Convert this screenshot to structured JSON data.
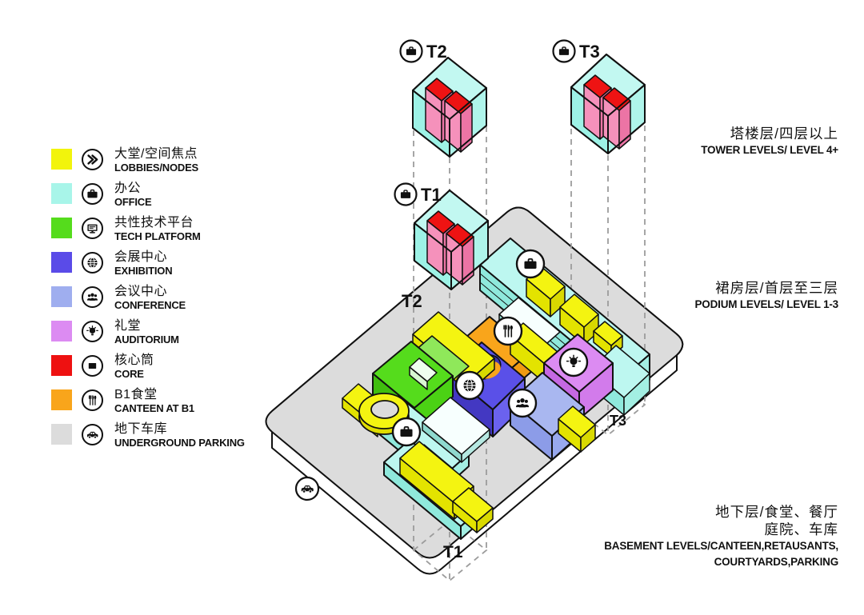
{
  "legend": {
    "items": [
      {
        "color": "#F2F40C",
        "icon": "double-chevron-icon",
        "cn": "大堂/空间焦点",
        "en": "LOBBIES/NODES"
      },
      {
        "color": "#A8F5E9",
        "icon": "briefcase-icon",
        "cn": "办公",
        "en": "OFFICE"
      },
      {
        "color": "#55DC1C",
        "icon": "monitor-icon",
        "cn": "共性技术平台",
        "en": "TECH PLATFORM"
      },
      {
        "color": "#5A4BE8",
        "icon": "globe-icon",
        "cn": "会展中心",
        "en": "EXHIBITION"
      },
      {
        "color": "#9FAEEF",
        "icon": "people-icon",
        "cn": "会议中心",
        "en": "CONFERENCE"
      },
      {
        "color": "#DC8BF2",
        "icon": "lightbulb-icon",
        "cn": "礼堂",
        "en": "AUDITORIUM"
      },
      {
        "color": "#EE1111",
        "icon": "square-icon",
        "cn": "核心筒",
        "en": "CORE"
      },
      {
        "color": "#F9A51B",
        "icon": "utensils-icon",
        "cn": "B1食堂",
        "en": "CANTEEN AT B1"
      },
      {
        "color": "#DCDCDC",
        "icon": "car-icon",
        "cn": "地下车库",
        "en": "UNDERGROUND PARKING"
      }
    ]
  },
  "annotations": {
    "tower": {
      "cn": "塔楼层/四层以上",
      "en": "TOWER LEVELS/ LEVEL 4+"
    },
    "podium": {
      "cn": "裙房层/首层至三层",
      "en": "PODIUM LEVELS/ LEVEL 1-3"
    },
    "basement": {
      "cn_line1": "地下层/食堂、餐厅",
      "cn_line2": "庭院、车库",
      "en_line1": "BASEMENT LEVELS/CANTEEN,RETAUSANTS,",
      "en_line2": "COURTYARDS,PARKING"
    }
  },
  "towers": {
    "t1": "T1",
    "t2": "T2",
    "t3": "T3"
  },
  "footprints": {
    "t1": "T1",
    "t2": "T2",
    "t3": "T3"
  },
  "colors": {
    "podium_top": "#DCDCDC",
    "podium_side": "#FFFFFF",
    "tower_glass": "#AFF5EB",
    "core_shaft_pink": "#F591BB",
    "core_top_red": "#EE1313",
    "lobby_yellow": "#F2F40C",
    "office_cyan": "#A8F5E9",
    "tech_green": "#55DC1C",
    "exhibition_blue": "#5A4BE8",
    "conference_lavender": "#9FAEEF",
    "auditorium_violet": "#DC8BF2",
    "canteen_orange": "#F9A51B",
    "dashed_line": "#9C9C9C",
    "outline": "#111111"
  }
}
